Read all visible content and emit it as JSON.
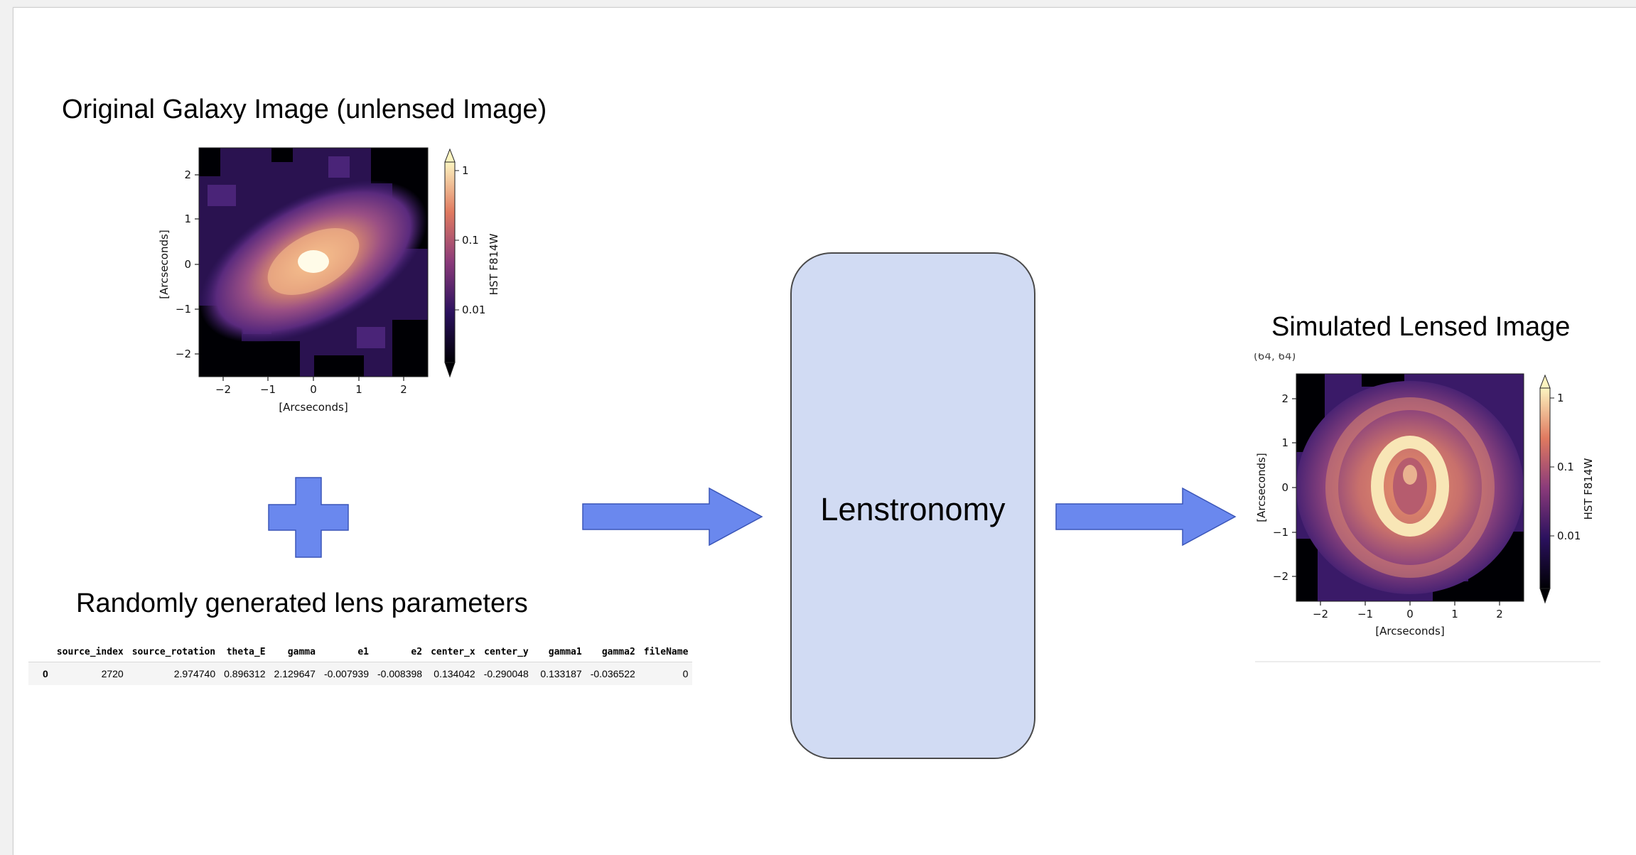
{
  "titles": {
    "original": "Original Galaxy Image (unlensed Image)",
    "params": "Randomly generated lens parameters",
    "simulated": "Simulated Lensed Image",
    "lenstronomy": "Lenstronomy"
  },
  "unlensed_plot": {
    "xlabel": "[Arcseconds]",
    "ylabel": "[Arcseconds]",
    "xticks": [
      "−2",
      "−1",
      "0",
      "1",
      "2"
    ],
    "yticks": [
      "2",
      "1",
      "0",
      "−1",
      "−2"
    ],
    "colorbar_label": "HST F814W",
    "colorbar_ticks": [
      "1",
      "0.1",
      "0.01"
    ]
  },
  "lensed_plot": {
    "xlabel": "[Arcseconds]",
    "ylabel": "[Arcseconds]",
    "xticks": [
      "−2",
      "−1",
      "0",
      "1",
      "2"
    ],
    "yticks": [
      "2",
      "1",
      "0",
      "−1",
      "−2"
    ],
    "colorbar_label": "HST F814W",
    "colorbar_ticks": [
      "1",
      "0.1",
      "0.01"
    ],
    "cropped_header": "(64, 64)"
  },
  "colors": {
    "arrow_fill": "#6a88ee",
    "arrow_stroke": "#3b56b8",
    "lens_box_fill": "#d1dbf3"
  },
  "params_table": {
    "headers": [
      "",
      "source_index",
      "source_rotation",
      "theta_E",
      "gamma",
      "e1",
      "e2",
      "center_x",
      "center_y",
      "gamma1",
      "gamma2",
      "fileName"
    ],
    "row": [
      "0",
      "2720",
      "2.974740",
      "0.896312",
      "2.129647",
      "-0.007939",
      "-0.008398",
      "0.134042",
      "-0.290048",
      "0.133187",
      "-0.036522",
      "0"
    ]
  }
}
